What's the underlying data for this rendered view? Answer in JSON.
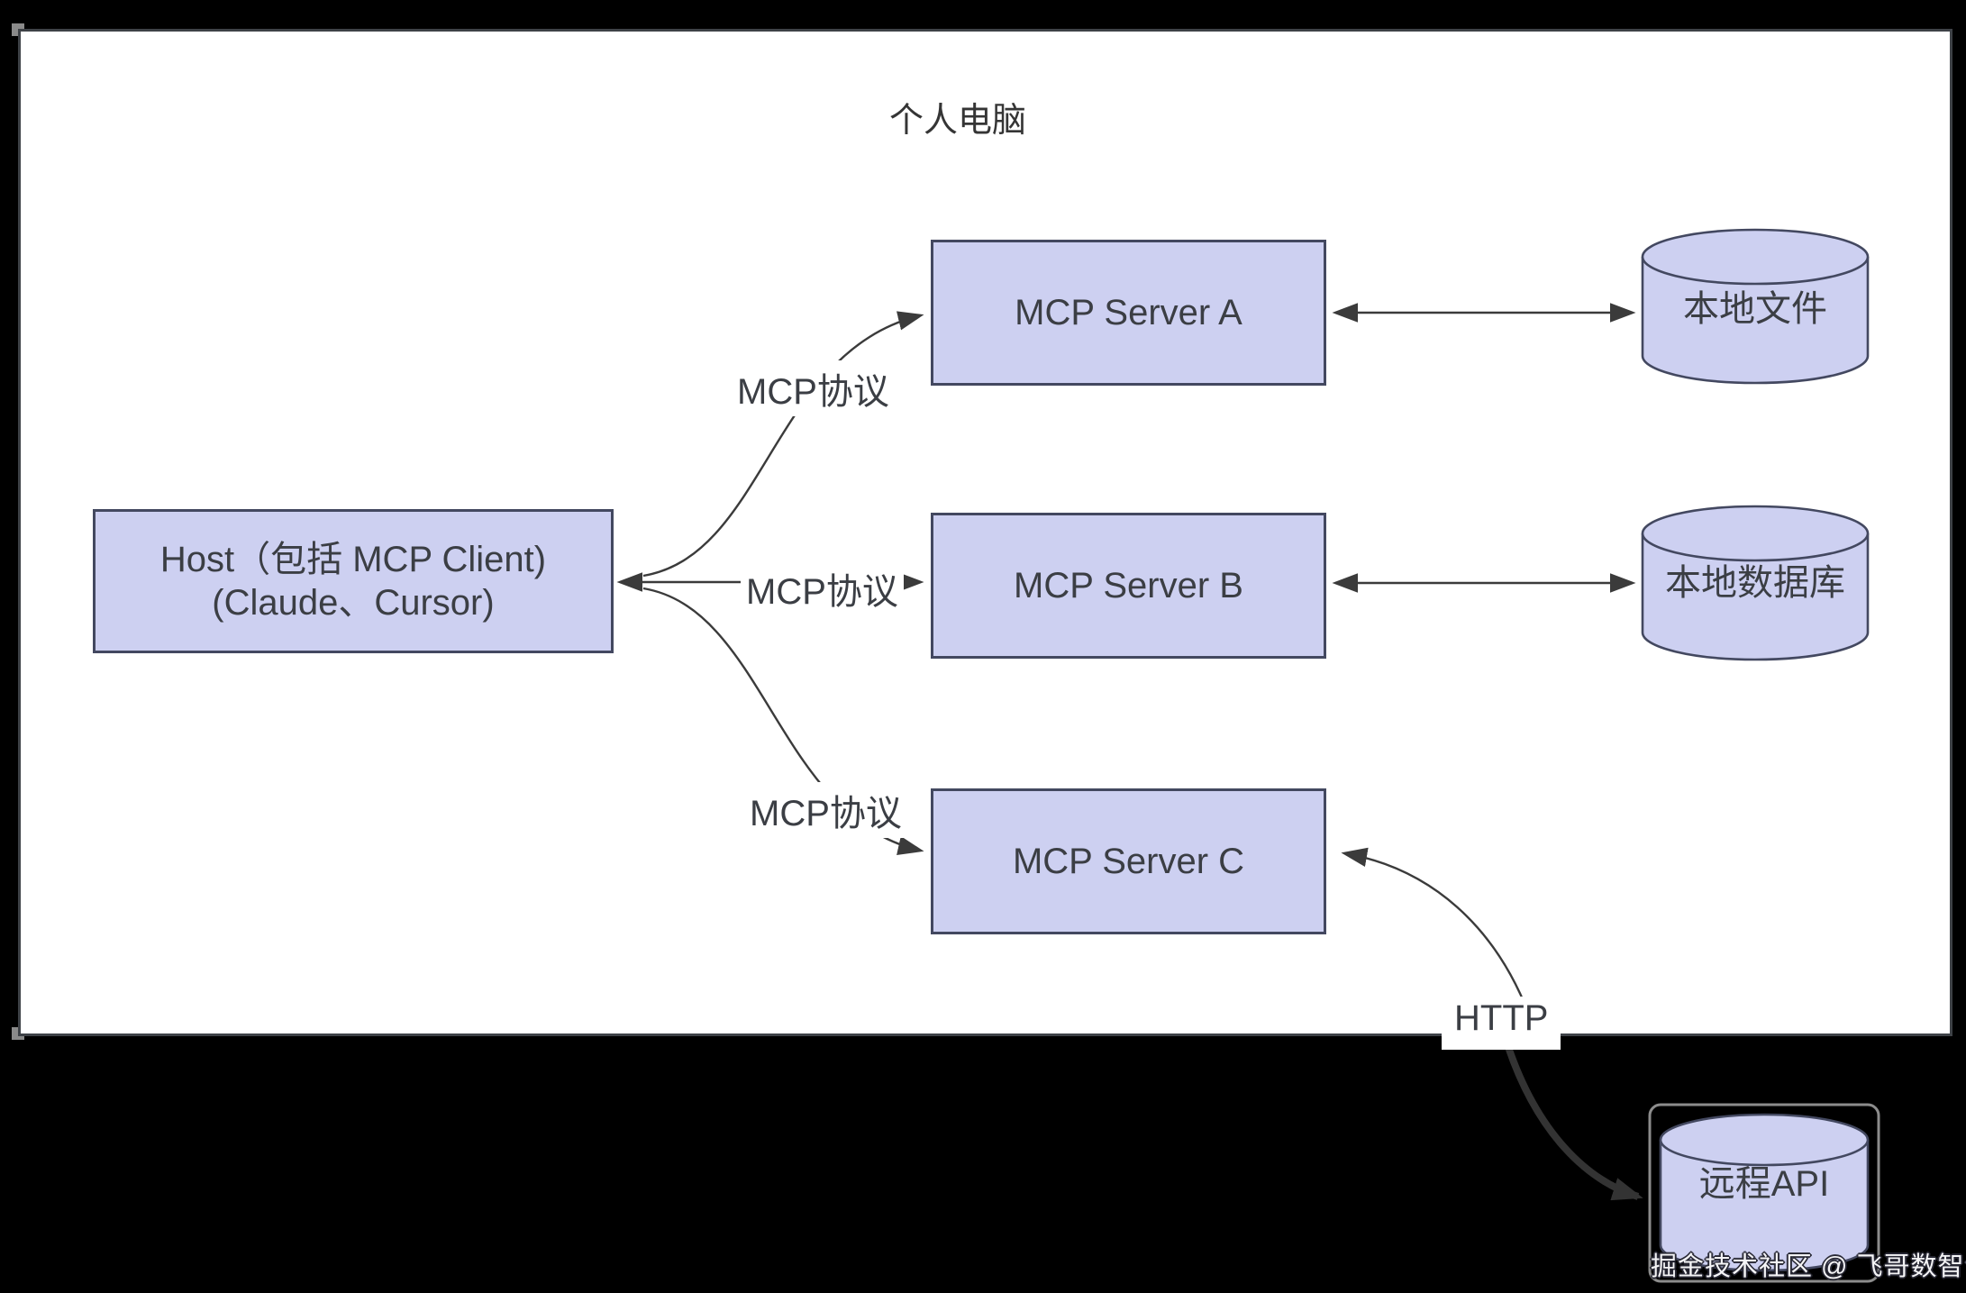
{
  "pc_container": {
    "title": "个人电脑"
  },
  "nodes": {
    "host": {
      "line1": "Host（包括 MCP Client)",
      "line2": "(Claude、Cursor)"
    },
    "server_a": {
      "label": "MCP Server A"
    },
    "server_b": {
      "label": "MCP Server B"
    },
    "server_c": {
      "label": "MCP Server C"
    },
    "local_files": {
      "label": "本地文件"
    },
    "local_db": {
      "label": "本地数据库"
    },
    "remote_api": {
      "label": "远程API"
    }
  },
  "edge_labels": {
    "mcp_a": "MCP协议",
    "mcp_b": "MCP协议",
    "mcp_c": "MCP协议",
    "http": "HTTP"
  },
  "watermark": "掘金技术社区 @ 飞哥数智谈",
  "colors": {
    "node_fill": "#cdd0f1",
    "node_border": "#434860",
    "arrow": "#3b3b3b",
    "text": "#3b3e44",
    "container_bg": "#ffffff",
    "container_border": "#3e4247",
    "outer_bg": "#000000"
  }
}
